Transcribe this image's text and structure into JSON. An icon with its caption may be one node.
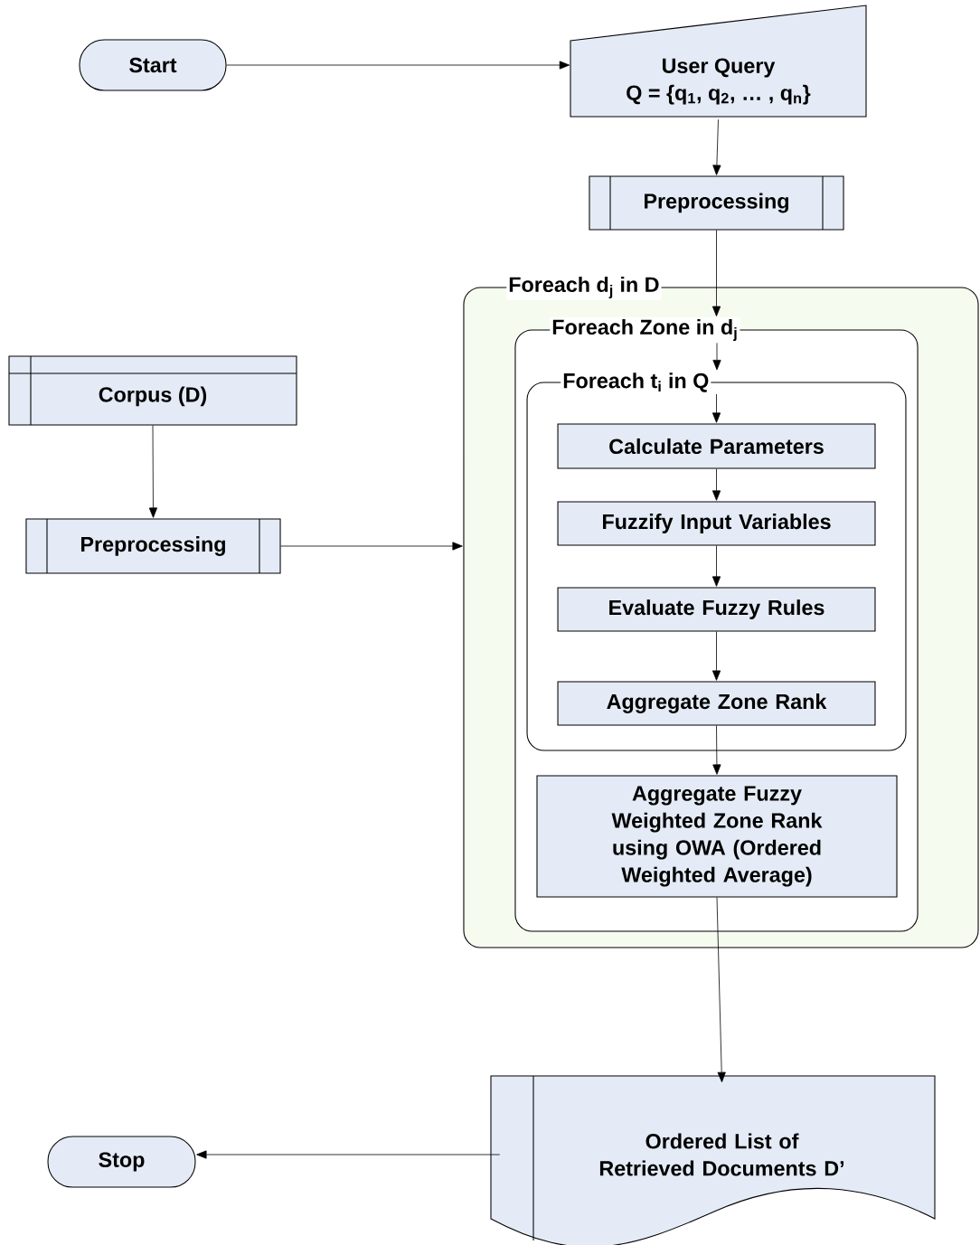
{
  "diagram": {
    "nodes": [
      {
        "text": [
          "Start"
        ]
      },
      {
        "text": [
          "User Query",
          "Q = {q$_{1}$, q$_{2}$, … , q$_{n}$}"
        ]
      },
      {
        "text": [
          "Preprocessing"
        ]
      },
      {
        "text": [
          "Corpus (D)"
        ]
      },
      {
        "text": [
          "Preprocessing"
        ]
      },
      {
        "text": [
          "Foreach d$_{j}$ in D"
        ]
      },
      {
        "text": [
          "Foreach Zone in d$_{j}$"
        ],
        "in": 5
      },
      {
        "text": [
          "Foreach t$_{i}$ in Q"
        ],
        "in": 6
      },
      {
        "text": [
          "Calculate Parameters"
        ],
        "in": 7
      },
      {
        "text": [
          "Fuzzify Input Variables"
        ],
        "in": 7
      },
      {
        "text": [
          "Evaluate Fuzzy Rules"
        ],
        "in": 7
      },
      {
        "text": [
          "Aggregate Zone Rank"
        ],
        "in": 7
      },
      {
        "text": [
          "Aggregate Fuzzy Weighted Zone Rank using OWA (Ordered Weighted Average)"
        ],
        "in": 6
      },
      {
        "text": [
          "Ordered List of Retrieved Documents D’"
        ]
      },
      {
        "text": [
          "Stop"
        ]
      }
    ],
    "edges": [
      {
        "from": 0,
        "to": 1,
        "arrow": "to"
      },
      {
        "from": 1,
        "to": 2,
        "arrow": "to"
      },
      {
        "from": 3,
        "to": 4,
        "arrow": "to"
      },
      {
        "from": 2,
        "to": 6,
        "arrow": "to"
      },
      {
        "from": 6,
        "to": 7,
        "arrow": "to"
      },
      {
        "from": 7,
        "to": 8,
        "arrow": "to"
      },
      {
        "from": 4,
        "to": 5,
        "arrow": "to"
      },
      {
        "from": 8,
        "to": 9,
        "arrow": "to"
      },
      {
        "from": 9,
        "to": 10,
        "arrow": "to"
      },
      {
        "from": 10,
        "to": 11,
        "arrow": "to"
      },
      {
        "from": 11,
        "to": 12,
        "arrow": "to"
      },
      {
        "from": 12,
        "to": 13,
        "arrow": "to"
      },
      {
        "from": 13,
        "to": 14,
        "arrow": "to"
      }
    ]
  }
}
